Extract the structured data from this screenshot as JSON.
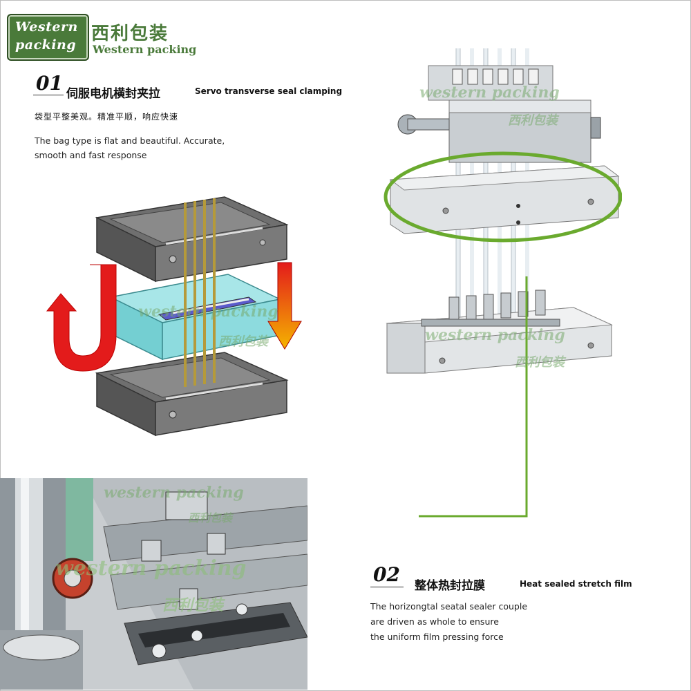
{
  "brand": {
    "logo_line1": "Western",
    "logo_line2": "packing",
    "name_cn": "西利包装",
    "name_en": "Western packing"
  },
  "section1": {
    "number": "01",
    "title_cn": "伺服电机横封夹拉",
    "title_en": "Servo transverse seal clamping",
    "desc_cn": "袋型平整美观。精准平顺，响应快速",
    "desc_en_line1": "The bag type is flat and beautiful. Accurate,",
    "desc_en_line2": "smooth and fast response"
  },
  "section2": {
    "number": "02",
    "title_cn": "整体热封拉膜",
    "title_en": "Heat sealed stretch film",
    "desc_line1": "The horizongtal seatal sealer couple",
    "desc_line2": "are driven as whole to ensure",
    "desc_line3": "the uniform film pressing force"
  },
  "watermarks": {
    "en": "western packing",
    "cn": "西利包装"
  },
  "colors": {
    "brand_green": "#4a7a3a",
    "callout_green": "#6aaa2e",
    "arrow_red": "#e31b1b"
  }
}
